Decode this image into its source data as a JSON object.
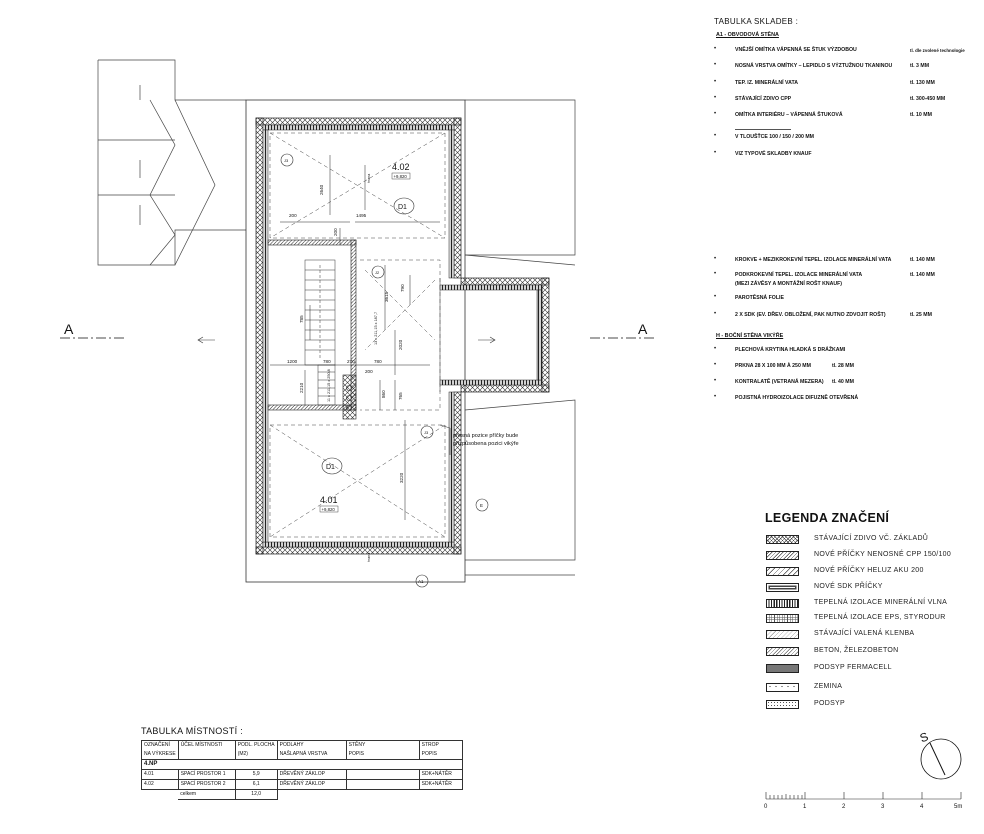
{
  "composition_table": {
    "title": "TABULKA SKLADEB :",
    "section_a1": "A1 - OBVODOVÁ STĚNA",
    "rows_a1": [
      {
        "label": "VNĚJŠÍ OMÍTKA VÁPENNÁ SE ŠTUK VÝZDOBOU",
        "value": "tl. dle zvolené technologie"
      },
      {
        "label": "NOSNÁ VRSTVA OMÍTKY – LEPIDLO S VÝZTUŽNOU TKANINOU",
        "value": "tl. 3 MM"
      },
      {
        "label": "TEP. IZ. MINERÁLNÍ VATA",
        "value": "tl. 130 MM"
      },
      {
        "label": "STÁVAJÍCÍ ZDIVO CPP",
        "value": "tl. 300-450 MM"
      },
      {
        "label": "OMÍTKA INTERIÉRU – VÁPENNÁ ŠTUKOVÁ",
        "value": "tl. 10 MM"
      }
    ],
    "notes_a1": [
      "V TLOUŠŤCE 100 / 150 / 200 MM",
      "VIZ TYPOVÉ SKLADBY KNAUF"
    ],
    "rows_roof": [
      {
        "label": "KROKVE + MEZIKROKEVNÍ TEPEL. IZOLACE MINERÁLNÍ VATA",
        "value": "tl. 140 MM"
      },
      {
        "label": "PODKROKEVNÍ TEPEL. IZOLACE MINERÁLNÍ VATA",
        "label2": "(MEZI ZÁVĚSY A MONTÁŽNÍ ROŠT KNAUF)",
        "value": "tl. 140 MM"
      },
      {
        "label": "PAROTĚSNÁ FOLIE",
        "value": ""
      },
      {
        "label": "2 X SDK (EV. DŘEV. OBLOŽENÍ, PAK NUTNO ZDVOJIT ROŠT)",
        "value": "tl. 25 MM"
      }
    ],
    "section_h": "H - BOČNÍ STĚNA VIKÝŘE",
    "rows_h": [
      {
        "label": "PLECHOVÁ KRYTINA HLADKÁ S DRÁŽKAMI",
        "value": ""
      },
      {
        "label": "PRKNA 28 X 100 MM À 250 MM",
        "value": "tl. 28 MM"
      },
      {
        "label": "KONTRALATĚ (VETRANÁ MEZERA)",
        "value": "tl. 40 MM"
      },
      {
        "label": "POJISTNÁ HYDROIZOLACE DIFUZNĚ OTEVŘENÁ",
        "value": ""
      }
    ]
  },
  "legend": {
    "title": "LEGENDA ZNAČENÍ",
    "items": [
      {
        "label": "STÁVAJÍCÍ ZDIVO VČ. ZÁKLADŮ",
        "pattern": "cross"
      },
      {
        "label": "NOVÉ PŘÍČKY NENOSNÉ CPP 150/100",
        "pattern": "diag"
      },
      {
        "label": "NOVÉ PŘÍČKY HELUZ AKU 200",
        "pattern": "diag2"
      },
      {
        "label": "NOVÉ SDK PŘÍČKY",
        "pattern": "sdk"
      },
      {
        "label": "TEPELNÁ IZOLACE MINERÁLNÍ VLNA",
        "pattern": "vlna"
      },
      {
        "label": "TEPELNÁ IZOLACE EPS, STYRODUR",
        "pattern": "eps"
      },
      {
        "label": "STÁVAJÍCÍ VALENÁ KLENBA",
        "pattern": "klenba"
      },
      {
        "label": "BETON, ŽELEZOBETON",
        "pattern": "beton"
      },
      {
        "label": "PODSYP FERMACELL",
        "pattern": "fermacell"
      },
      {
        "label": "ZEMINA",
        "pattern": "zemina"
      },
      {
        "label": "PODSYP",
        "pattern": "podsyp"
      }
    ]
  },
  "rooms_table": {
    "title": "TABULKA MÍSTNOSTÍ :",
    "header1": [
      "OZNAČENÍ",
      "ÚČEL MÍSTNOSTI",
      "PODL. PLOCHA",
      "PODLAHY",
      "STĚNY",
      "STROP"
    ],
    "header2": [
      "NA VÝKRESE",
      "",
      "(M2)",
      "NAŠLAPNÁ VRSTVA",
      "POPIS",
      "POPIS"
    ],
    "floor": "4.NP",
    "rows": [
      [
        "4.01",
        "SPACÍ PROSTOR 1",
        "5,9",
        "DŘEVĚNÝ ZÁKLOP",
        "",
        "SDK+NÁTĚR"
      ],
      [
        "4.02",
        "SPACÍ PROSTOR 2",
        "6,1",
        "DŘEVĚNÝ ZÁKLOP",
        "",
        "SDK+NÁTĚR"
      ]
    ],
    "total_label": "celkem",
    "total_value": "12,0"
  },
  "plan": {
    "section_left": "A",
    "section_right": "A",
    "room_402": {
      "number": "4.02",
      "level": "+9,820"
    },
    "room_401": {
      "number": "4.01",
      "level": "+9,820"
    },
    "tags": {
      "d1_upper": "D1",
      "d1_lower": "D1",
      "j3_upper": "J3",
      "j3_lower": "J3",
      "j2": "J2",
      "e": "E",
      "a1": "A1"
    },
    "dims": {
      "d2640": "2640",
      "d1495": "1495",
      "d200a": "200",
      "d200b": "200",
      "d3615": "3615",
      "d790": "790",
      "d785": "785",
      "d1200": "1200",
      "d780a": "780",
      "d270": "270",
      "d780b": "780",
      "d200c": "200",
      "d2210": "2210",
      "d2020": "2020",
      "d860": "860",
      "d765": "765",
      "d3220": "3220",
      "stair_a": "13 x 211,15 x 187,7",
      "stair_b": "11 x 211,15 x 250,8",
      "hrana_a": "hrana",
      "hrana_b": "hrana"
    },
    "note_line1": "přesná pozice příčky bude",
    "note_line2": "přizpůsobena pozici vikýře",
    "north": "S"
  },
  "scale_bar": {
    "labels": [
      "0",
      "1",
      "2",
      "3",
      "4",
      "5m"
    ]
  }
}
